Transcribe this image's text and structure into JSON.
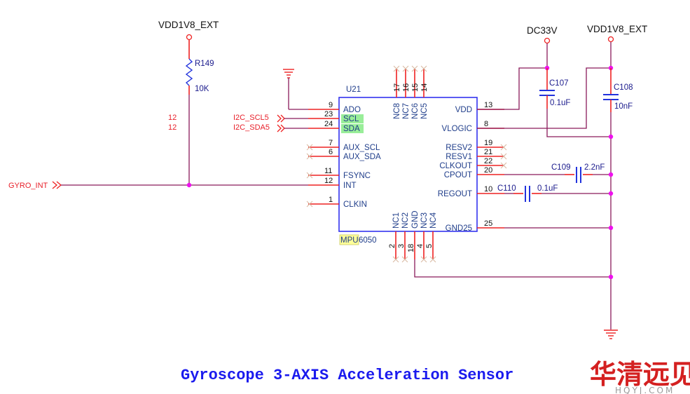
{
  "title": "Gyroscope 3-AXIS  Acceleration Sensor",
  "power_rails": [
    {
      "name": "VDD1V8_EXT",
      "position": "left"
    },
    {
      "name": "DC33V",
      "position": "right"
    },
    {
      "name": "VDD1V8_EXT",
      "position": "far-right"
    }
  ],
  "chip": {
    "refdes": "U21",
    "part_prefix": "MPU",
    "part_suffix": "6050",
    "left_pins": [
      {
        "num": "9",
        "name": "ADO"
      },
      {
        "num": "23",
        "name": "SCL"
      },
      {
        "num": "24",
        "name": "SDA"
      },
      {
        "num": "7",
        "name": "AUX_SCL"
      },
      {
        "num": "6",
        "name": "AUX_SDA"
      },
      {
        "num": "11",
        "name": "FSYNC"
      },
      {
        "num": "12",
        "name": "INT"
      },
      {
        "num": "1",
        "name": "CLKIN"
      }
    ],
    "right_pins": [
      {
        "num": "13",
        "name": "VDD"
      },
      {
        "num": "8",
        "name": "VLOGIC"
      },
      {
        "num": "19",
        "name": "RESV2"
      },
      {
        "num": "21",
        "name": "RESV1"
      },
      {
        "num": "22",
        "name": "CLKOUT"
      },
      {
        "num": "20",
        "name": "CPOUT"
      },
      {
        "num": "10",
        "name": "REGOUT"
      },
      {
        "num": "25",
        "name": "GND25"
      }
    ],
    "top_pins": [
      {
        "num": "17",
        "name": "NC8"
      },
      {
        "num": "16",
        "name": "NC7"
      },
      {
        "num": "15",
        "name": "NC6"
      },
      {
        "num": "14",
        "name": "NC5"
      }
    ],
    "bottom_pins": [
      {
        "num": "2",
        "name": "NC1"
      },
      {
        "num": "3",
        "name": "NC2"
      },
      {
        "num": "18",
        "name": "GND"
      },
      {
        "num": "4",
        "name": "NC3"
      },
      {
        "num": "5",
        "name": "NC4"
      }
    ]
  },
  "resistor": {
    "refdes": "R149",
    "value": "10K"
  },
  "capacitors": [
    {
      "refdes": "C107",
      "value": "0.1uF"
    },
    {
      "refdes": "C108",
      "value": "10nF"
    },
    {
      "refdes": "C109",
      "value": "2.2nF"
    },
    {
      "refdes": "C110",
      "value": "0.1uF"
    }
  ],
  "net_ports": [
    {
      "name": "I2C_SCL5",
      "page_ref": "12"
    },
    {
      "name": "I2C_SDA5",
      "page_ref": "12"
    },
    {
      "name": "GYRO_INT",
      "page_ref": ""
    }
  ],
  "watermark": {
    "text": "华清远见",
    "sub": "HQYJ.COM"
  },
  "colors": {
    "wire": "#8a1a5a",
    "pin": "#ee2222",
    "junction": "#ee11ee",
    "body": "#3333ee",
    "title": "#1a1aee"
  }
}
